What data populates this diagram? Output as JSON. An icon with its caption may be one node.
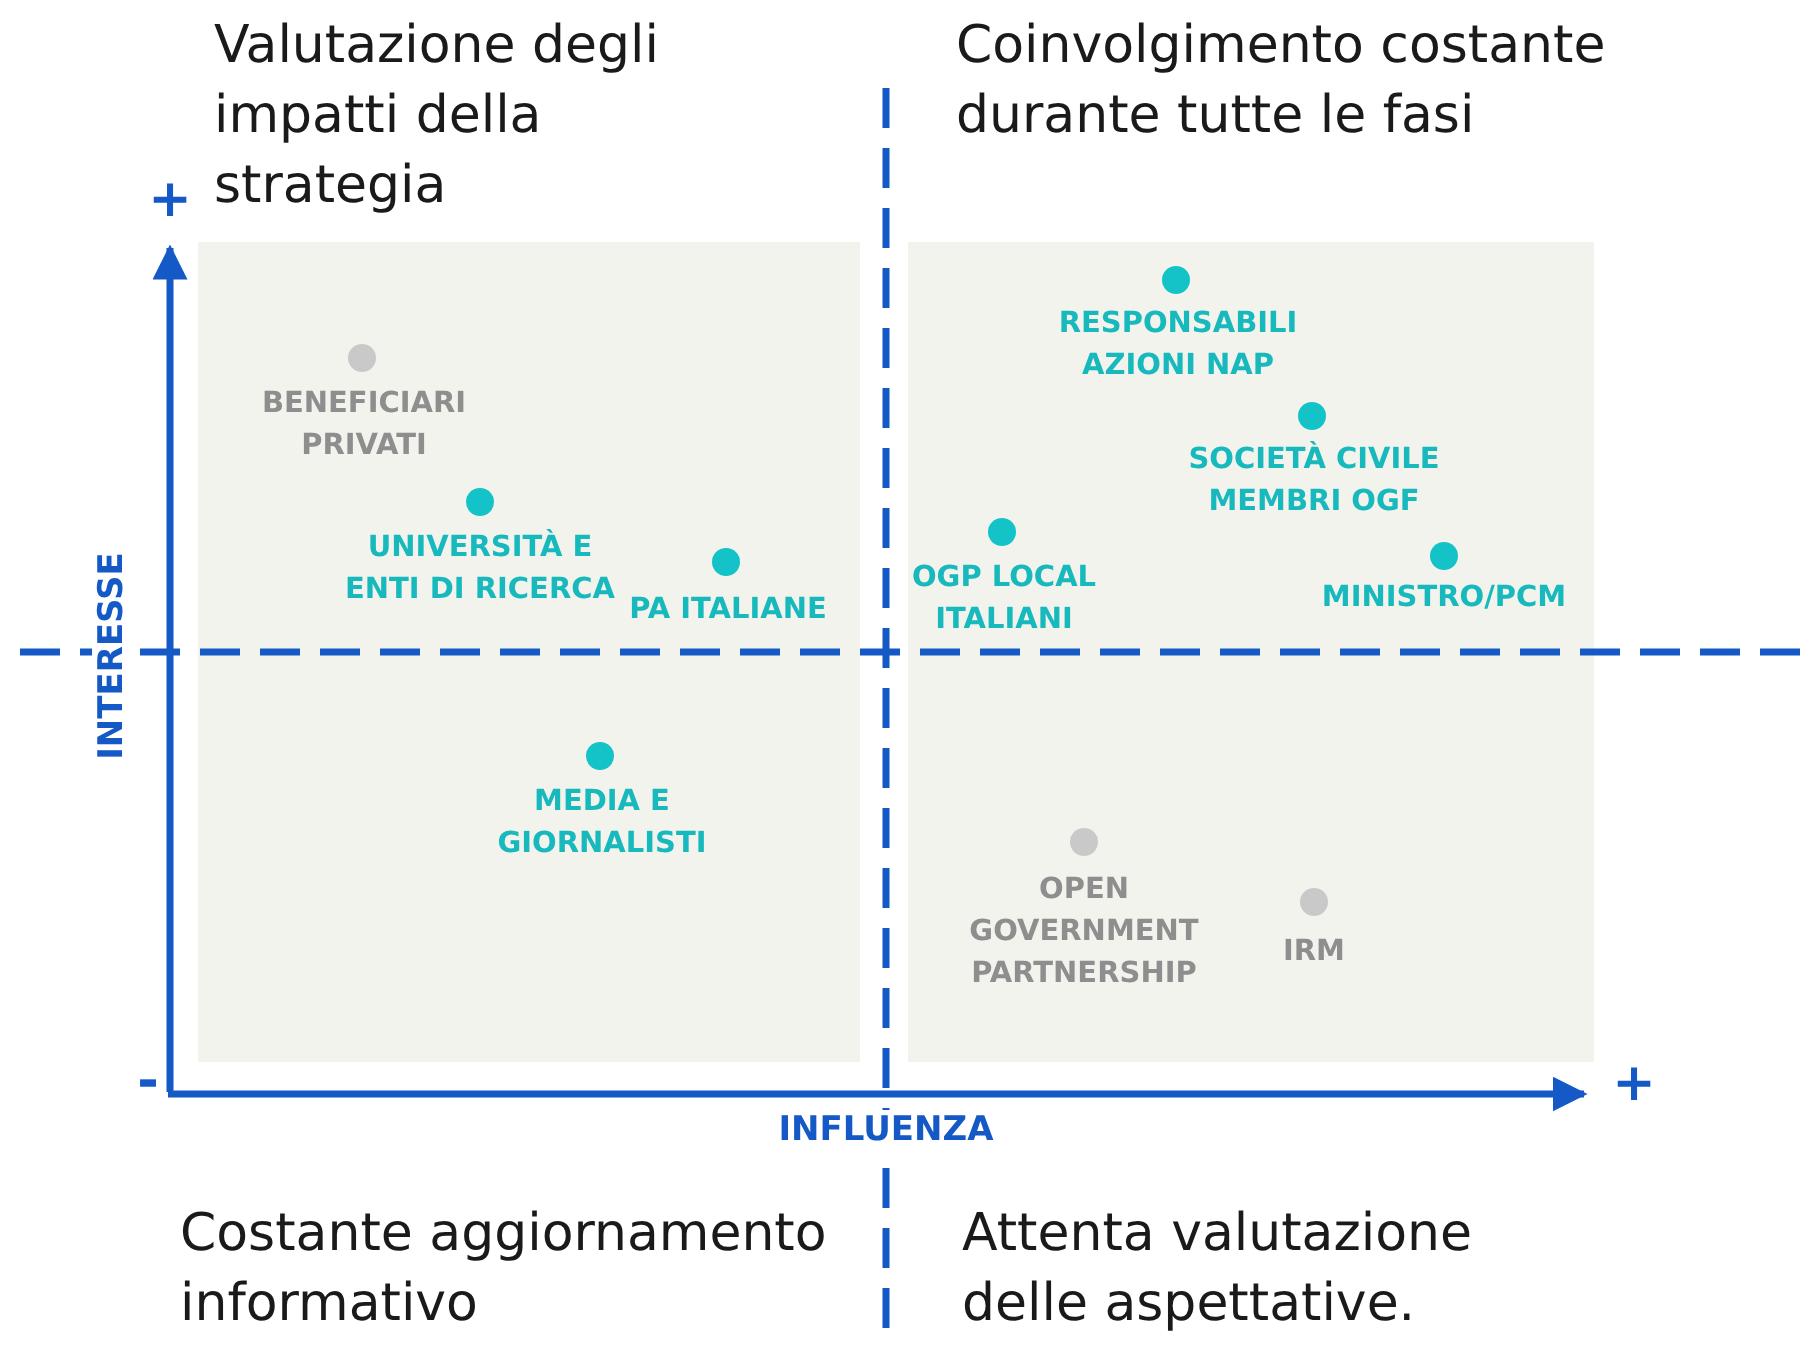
{
  "diagram": {
    "labels": [
      "Valutazione degli impatti della strategia",
      "Coinvolgimento costante durante tutte le fasi",
      "+",
      "BENEFICIARI PRIVATI",
      "RESPONSABILI AZIONI NAP",
      "SOCIETÀ CIVILE MEMBRI OGF",
      "UNIVERSITÀ E ENTI DI RICERCA",
      "PA ITALIANE",
      "OGP LOCAL ITALIANI",
      "MINISTRO/PCM",
      "INTERESSE",
      "MEDIA E GIORNALISTI",
      "OPEN GOVERNMENT PARTNERSHIP",
      "IRM",
      "-",
      "+",
      "INFLUENZA",
      "Costante aggiornamento informativo",
      "Attenta valutazione delle aspettative."
    ]
  }
}
